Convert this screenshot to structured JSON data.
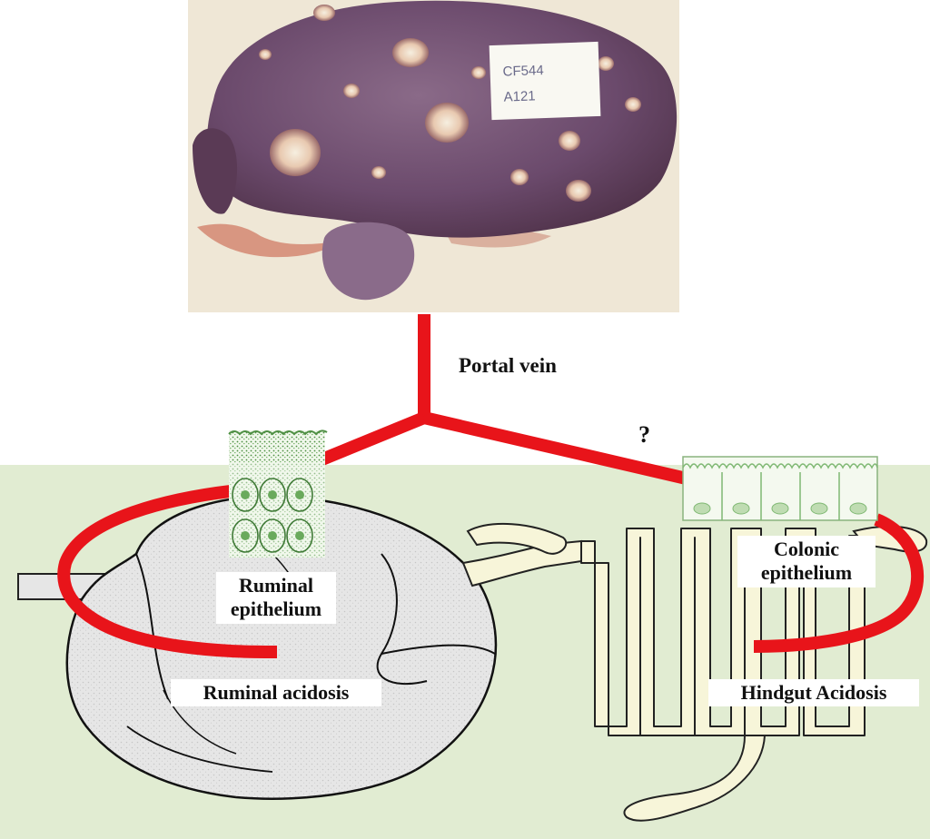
{
  "photo": {
    "specimen_tag": {
      "line1": "CF544",
      "line2": "A121"
    }
  },
  "labels": {
    "portal_vein": "Portal vein",
    "question_mark": "?",
    "ruminal_epithelium_line1": "Ruminal",
    "ruminal_epithelium_line2": "epithelium",
    "ruminal_acidosis": "Ruminal acidosis",
    "colonic_epithelium_line1": "Colonic",
    "colonic_epithelium_line2": "epithelium",
    "hindgut_acidosis": "Hindgut Acidosis"
  },
  "colors": {
    "vessel_red": "#e8141a",
    "background_green": "#e1ecd2",
    "rumen_fill": "#e6e6e6",
    "intestine_fill": "#f7f5d9",
    "epithelium_green": "#7fb873",
    "liver_purple": "#6b4a6c"
  }
}
